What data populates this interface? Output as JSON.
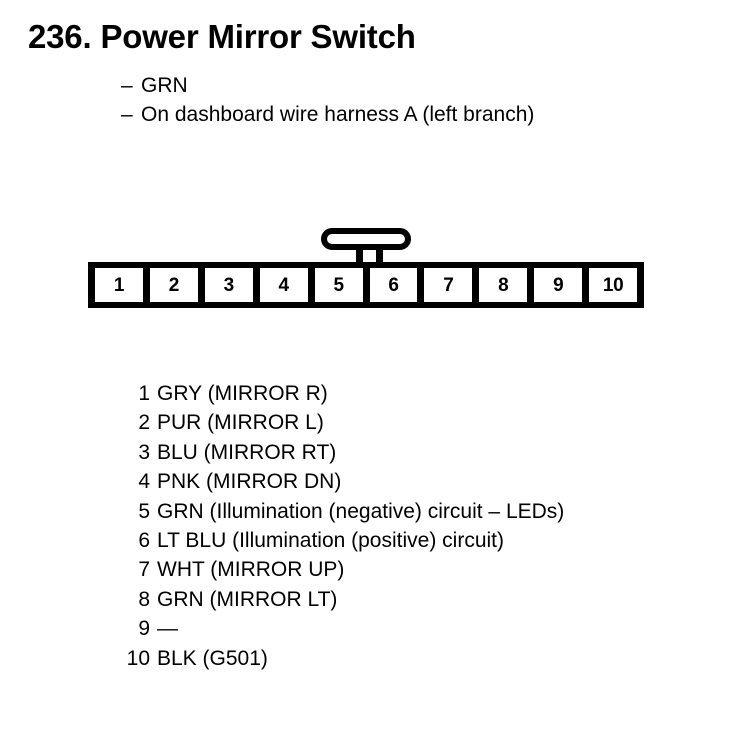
{
  "title": {
    "number": "236.",
    "name": "Power Mirror Switch"
  },
  "notes": [
    {
      "dash": "–",
      "text": "GRN"
    },
    {
      "dash": "–",
      "text": "On dashboard wire harness A (left branch)"
    }
  ],
  "connector": {
    "latch_name": "latch-tab",
    "pins": [
      "1",
      "2",
      "3",
      "4",
      "5",
      "6",
      "7",
      "8",
      "9",
      "10"
    ]
  },
  "pin_list": [
    {
      "num": "1",
      "desc": "GRY (MIRROR R)"
    },
    {
      "num": "2",
      "desc": "PUR (MIRROR L)"
    },
    {
      "num": "3",
      "desc": "BLU (MIRROR RT)"
    },
    {
      "num": "4",
      "desc": "PNK (MIRROR DN)"
    },
    {
      "num": "5",
      "desc": "GRN (Illumination (negative) circuit – LEDs)"
    },
    {
      "num": "6",
      "desc": "LT BLU (Illumination (positive) circuit)"
    },
    {
      "num": "7",
      "desc": "WHT (MIRROR UP)"
    },
    {
      "num": "8",
      "desc": "GRN (MIRROR LT)"
    },
    {
      "num": "9",
      "desc": "—"
    },
    {
      "num": "10",
      "desc": "BLK (G501)"
    }
  ],
  "colors": {
    "ink": "#000000",
    "paper": "#ffffff"
  }
}
